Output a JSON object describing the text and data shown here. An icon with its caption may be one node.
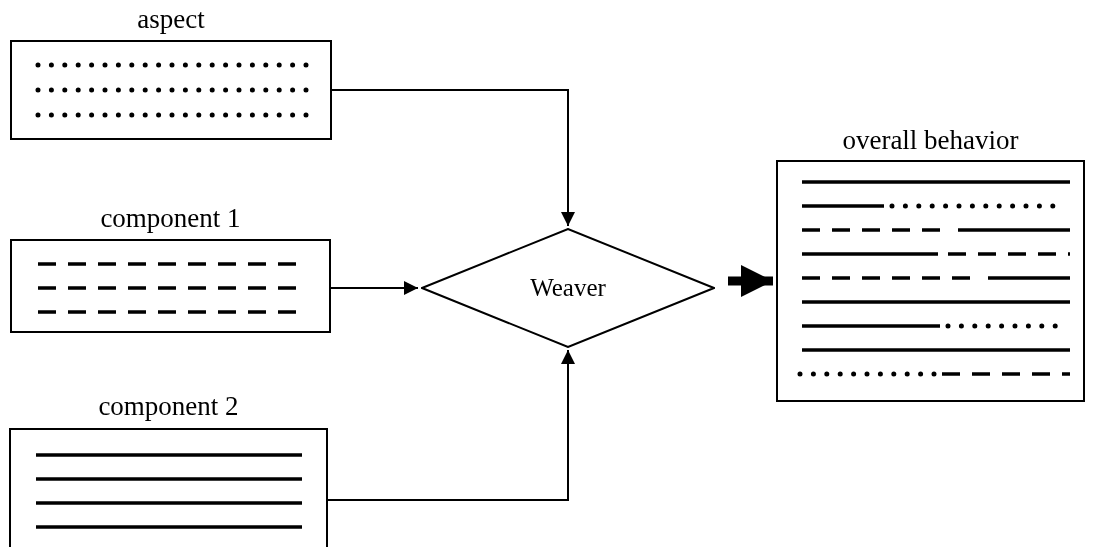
{
  "diagram": {
    "nodes": [
      {
        "text": [
          "aspect"
        ]
      },
      {
        "text": [
          "component 1"
        ]
      },
      {
        "text": [
          "component 2"
        ]
      },
      {
        "text": [
          "Weaver"
        ]
      },
      {
        "text": [
          "overall behavior"
        ]
      }
    ],
    "edges": [
      {
        "from": 0,
        "to": 3,
        "arrow": "to"
      },
      {
        "from": 1,
        "to": 3,
        "arrow": "to"
      },
      {
        "from": 2,
        "to": 3,
        "arrow": "to"
      },
      {
        "from": 3,
        "to": 4,
        "arrow": "to",
        "style": "thick"
      }
    ]
  }
}
